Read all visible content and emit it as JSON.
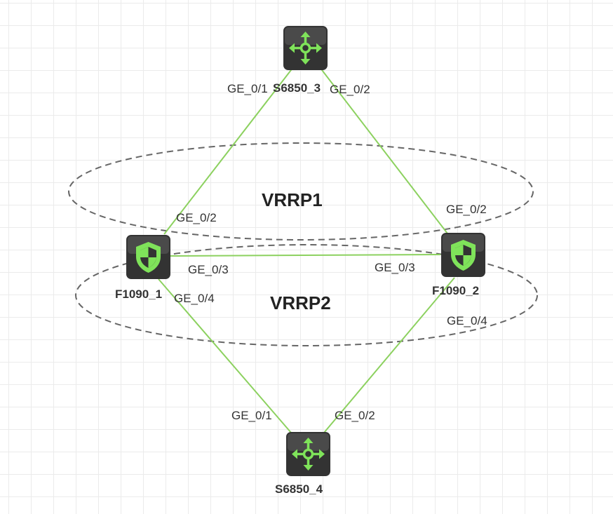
{
  "colors": {
    "link": "#8cd15f",
    "device_body": "#333333",
    "device_icon": "#7fe35a",
    "group_border": "#666666"
  },
  "groups": {
    "vrrp1": {
      "label": "VRRP1"
    },
    "vrrp2": {
      "label": "VRRP2"
    }
  },
  "nodes": {
    "s6850_3": {
      "label": "S6850_3",
      "icon": "switch-icon"
    },
    "f1090_1": {
      "label": "F1090_1",
      "icon": "firewall-icon"
    },
    "f1090_2": {
      "label": "F1090_2",
      "icon": "firewall-icon"
    },
    "s6850_4": {
      "label": "S6850_4",
      "icon": "switch-icon"
    }
  },
  "links": [
    {
      "from": "S6850_3",
      "to": "F1090_1",
      "from_port": "GE_0/1",
      "to_port": "GE_0/2"
    },
    {
      "from": "S6850_3",
      "to": "F1090_2",
      "from_port": "GE_0/2",
      "to_port": "GE_0/2"
    },
    {
      "from": "F1090_1",
      "to": "F1090_2",
      "from_port": "GE_0/3",
      "to_port": "GE_0/3"
    },
    {
      "from": "F1090_1",
      "to": "S6850_4",
      "from_port": "GE_0/4",
      "to_port": "GE_0/1"
    },
    {
      "from": "F1090_2",
      "to": "S6850_4",
      "from_port": "GE_0/4",
      "to_port": "GE_0/2"
    }
  ]
}
